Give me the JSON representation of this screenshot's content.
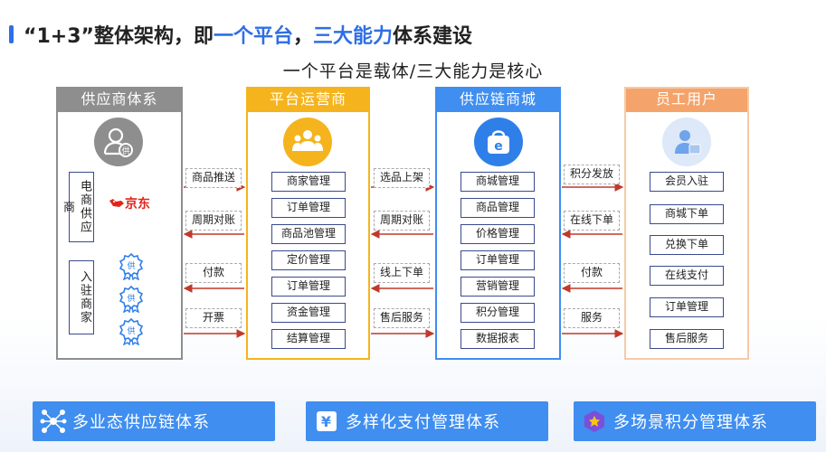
{
  "header": {
    "title_part1": "“1+3”整体架构，即",
    "title_hl1": "一个平台",
    "title_part2": "，",
    "title_hl2": "三大能力",
    "title_part3": "体系建设",
    "subtitle": "一个平台是载体/三大能力是核心"
  },
  "columns": {
    "supply": {
      "title": "供应商体系",
      "label_ecommerce": "电商供应商",
      "label_settled": "入驻商家",
      "jd_logo_text": "京东",
      "medal_text": "供"
    },
    "platform": {
      "title": "平台运营商",
      "items": [
        "商家管理",
        "订单管理",
        "商品池管理",
        "定价管理",
        "订单管理",
        "资金管理",
        "结算管理"
      ]
    },
    "mall": {
      "title": "供应链商城",
      "items": [
        "商城管理",
        "商品管理",
        "价格管理",
        "订单管理",
        "营销管理",
        "积分管理",
        "数据报表"
      ]
    },
    "employee": {
      "title": "员工用户",
      "items": [
        "会员入驻",
        "商城下单",
        "兑换下单",
        "在线支付",
        "订单管理",
        "售后服务"
      ]
    }
  },
  "flows": {
    "supply_platform": [
      "商品推送",
      "周期对账",
      "付款",
      "开票"
    ],
    "platform_mall": [
      "选品上架",
      "周期对账",
      "线上下单",
      "售后服务"
    ],
    "mall_employee": [
      "积分发放",
      "在线下单",
      "付款",
      "服务"
    ]
  },
  "capabilities": [
    {
      "label": "多业态供应链体系",
      "icon": "network-icon"
    },
    {
      "label": "多样化支付管理体系",
      "icon": "payment-icon"
    },
    {
      "label": "多场景积分管理体系",
      "icon": "points-icon"
    }
  ],
  "colors": {
    "accent": "#2f6fe4",
    "supply": "#8e8e8e",
    "platform": "#f5b41d",
    "mall": "#3f8ef0",
    "employee": "#f4a46b"
  }
}
